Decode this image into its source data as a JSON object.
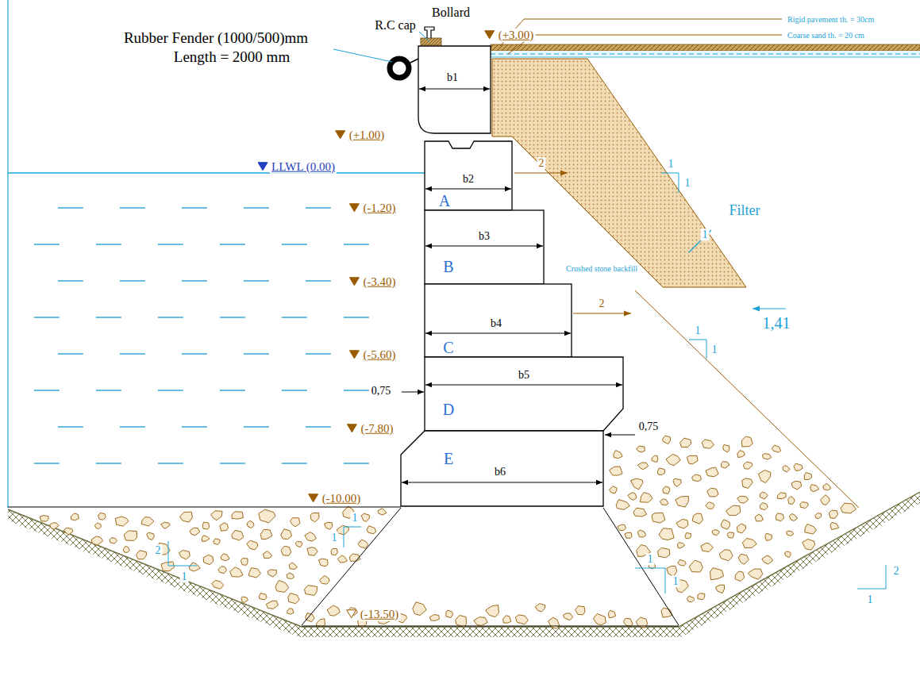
{
  "diagram": {
    "nodes": [
      {
        "text": [
          "b1"
        ]
      },
      {
        "text": [
          "b2",
          "A"
        ]
      },
      {
        "text": [
          "b3",
          "B"
        ]
      },
      {
        "text": [
          "b4",
          "C"
        ]
      },
      {
        "text": [
          "b5",
          "D"
        ]
      },
      {
        "text": [
          "E",
          "b6"
        ]
      }
    ],
    "labels": [
      "Rigid pavement th. = 30cm",
      "Coarse sand th. = 20 cm",
      "Bollard",
      "R.C cap",
      "Rubber Fender (1000/500)mm",
      "Length = 2000 mm",
      "(+3.00)",
      "(+1.00)",
      "LLWL (0.00)",
      "2",
      "1",
      "1",
      "Filter",
      "1",
      "(-1.20)",
      "Crushed stone backfill",
      "(-3.40)",
      "2",
      "1,41",
      "1",
      "1",
      "(-5.60)",
      "0,75",
      "(-7.80)",
      "0,75",
      "(-10.00)",
      "1",
      "1",
      "2",
      "1",
      "1",
      "1",
      "2",
      "1",
      "(-13.50)"
    ]
  }
}
